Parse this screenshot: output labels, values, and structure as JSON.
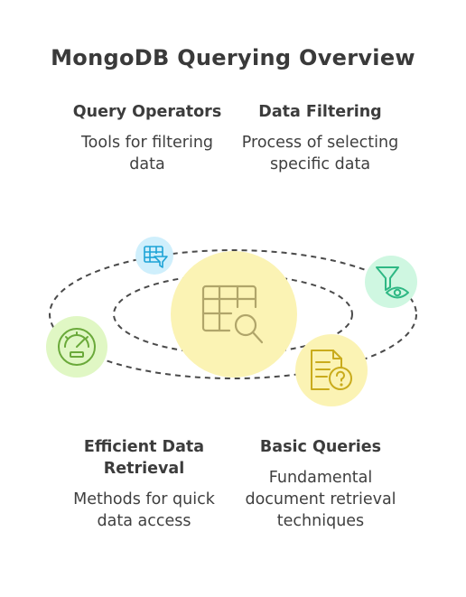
{
  "title": "MongoDB Querying Overview",
  "sections": [
    {
      "heading": "Query Operators",
      "description": "Tools for filtering data",
      "icon": "table-filter-icon"
    },
    {
      "heading": "Data Filtering",
      "description": "Process of selecting specific data",
      "icon": "filter-eye-icon"
    },
    {
      "heading": "Efficient Data Retrieval",
      "description": "Methods for quick data access",
      "icon": "speedometer-icon"
    },
    {
      "heading": "Basic Queries",
      "description": "Fundamental document retrieval techniques",
      "icon": "document-question-icon"
    }
  ],
  "center_icon": "table-search-icon",
  "colors": {
    "center_circle": "#fbf3b4",
    "blue_circle": "#cfeffc",
    "blue_icon": "#1ca3d6",
    "teal_circle": "#cff7e1",
    "teal_icon": "#2fb884",
    "green_circle": "#e0f7c4",
    "green_icon": "#6aa93a",
    "yellow_circle": "#fbf3b4",
    "yellow_icon": "#c9ab1c",
    "center_icon": "#b0a56a"
  }
}
